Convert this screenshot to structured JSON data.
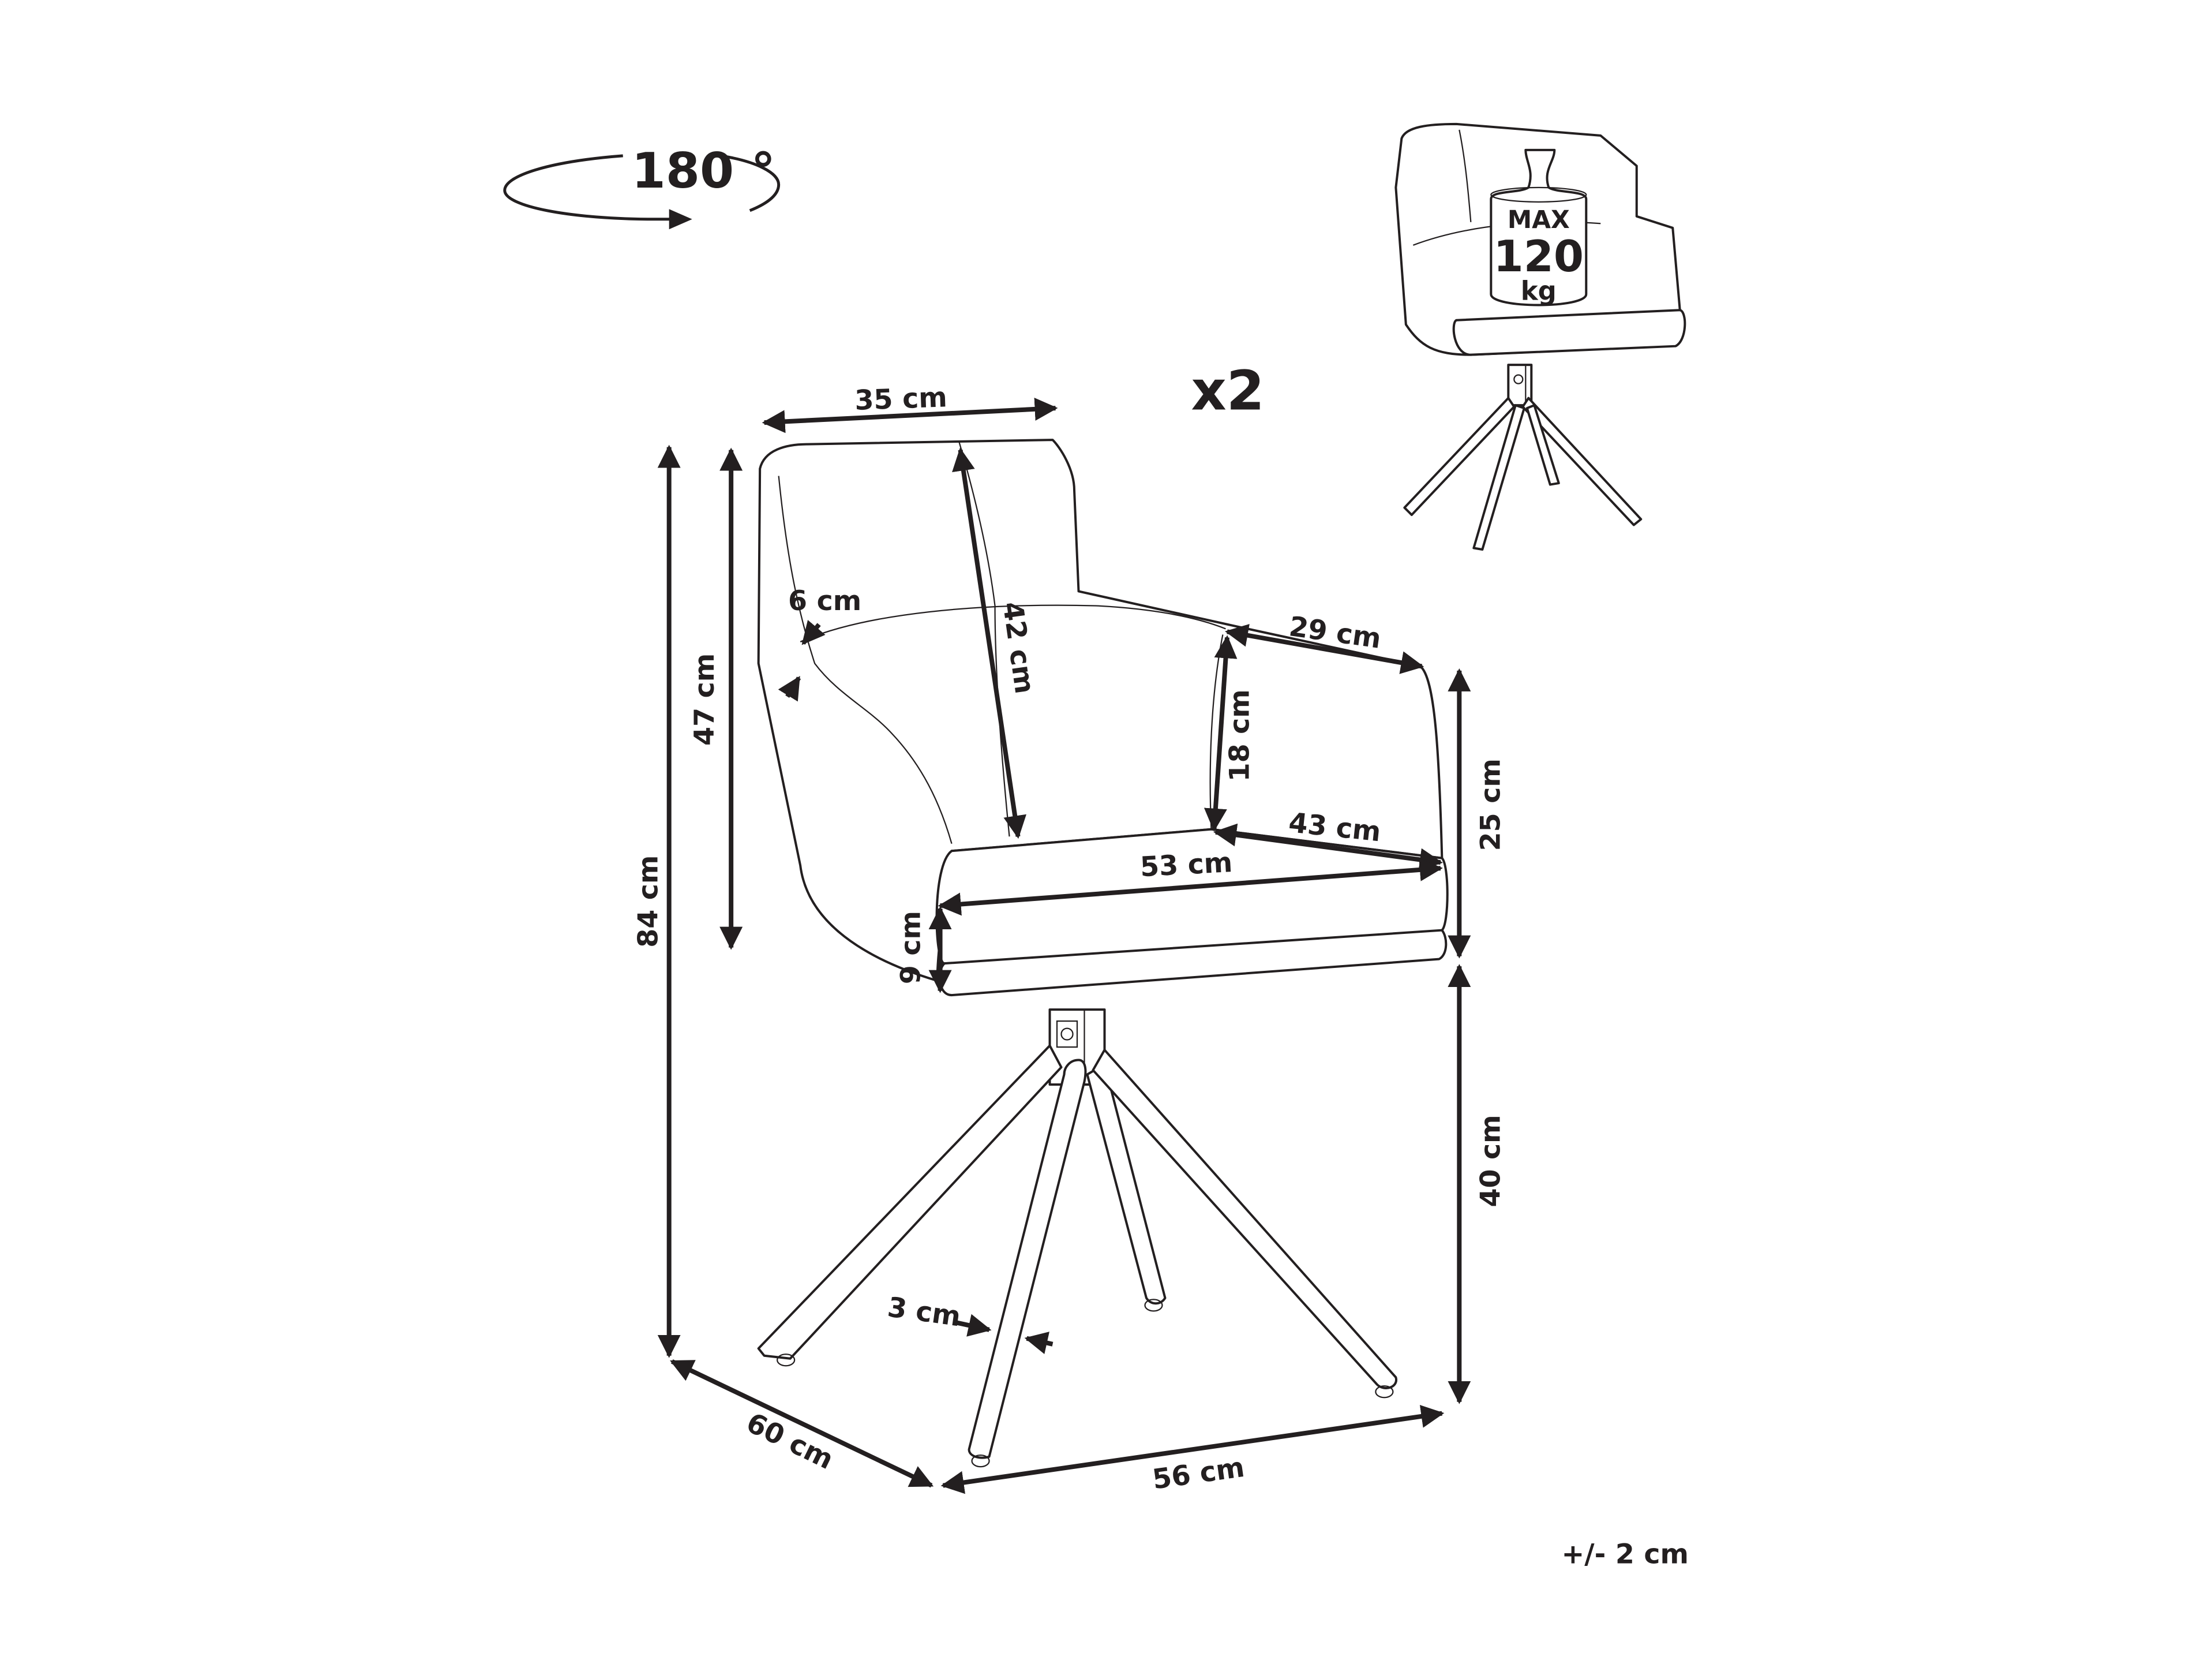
{
  "rotation": {
    "value": "180 °"
  },
  "quantity": "x2",
  "max_load": {
    "line1": "MAX",
    "line2": "120",
    "line3": "kg"
  },
  "dimensions": {
    "backrest_width": "35 cm",
    "backrest_height": "42 cm",
    "back_total_height": "47 cm",
    "total_height": "84 cm",
    "back_thickness": "6 cm",
    "armrest_length": "29 cm",
    "armrest_height": "18 cm",
    "armrest_total_height": "25 cm",
    "seat_depth": "43 cm",
    "seat_width": "53 cm",
    "seat_thickness": "9 cm",
    "seat_height": "40 cm",
    "leg_thickness": "3 cm",
    "depth": "60 cm",
    "width": "56 cm"
  },
  "tolerance": "+/- 2 cm",
  "colors": {
    "ink": "#231f20",
    "background": "#ffffff"
  }
}
